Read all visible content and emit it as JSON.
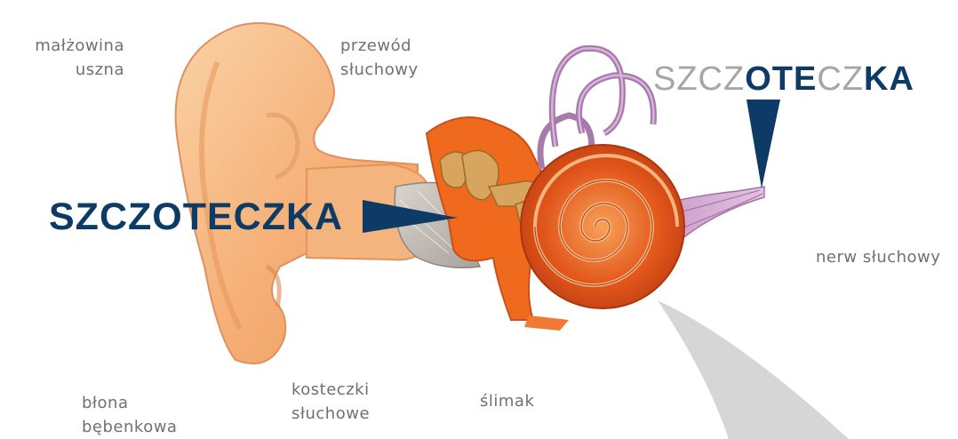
{
  "labels": {
    "auricle": [
      "małżowina",
      "uszna"
    ],
    "ear_canal": [
      "przewód",
      "słuchowy"
    ],
    "auditory_nerve": [
      "nerw słuchowy"
    ],
    "eardrum": [
      "błona",
      "bębenkowa"
    ],
    "ossicles": [
      "kosteczki",
      "słuchowe"
    ],
    "cochlea": [
      "ślimak"
    ]
  },
  "word_big": "SZCZOTECZKA",
  "word_mixed": [
    {
      "text": "SZCZ",
      "style": "light"
    },
    {
      "text": "OTE",
      "style": "dark"
    },
    {
      "text": "CZ",
      "style": "light"
    },
    {
      "text": "KA",
      "style": "dark"
    }
  ],
  "colors": {
    "navy": "#0d3b66",
    "label_gray": "#707070",
    "light_letters": "#a6a6a6",
    "skin": "#f5b27a",
    "inner_orange": "#f06a1e",
    "nerve_purple": "#b58ab8",
    "beam_gray": "#d3d3d3"
  }
}
